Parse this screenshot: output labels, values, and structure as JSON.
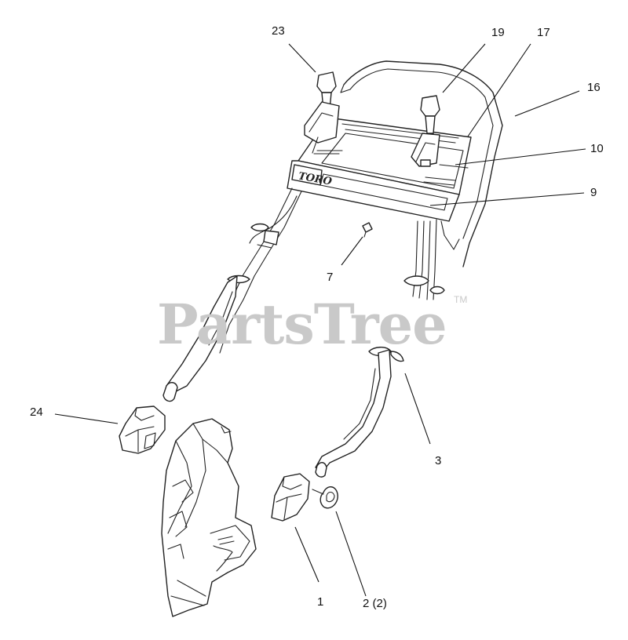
{
  "diagram": {
    "callouts": [
      {
        "id": "23",
        "label": "23"
      },
      {
        "id": "19",
        "label": "19"
      },
      {
        "id": "17",
        "label": "17"
      },
      {
        "id": "16",
        "label": "16"
      },
      {
        "id": "10",
        "label": "10"
      },
      {
        "id": "9",
        "label": "9"
      },
      {
        "id": "7",
        "label": "7"
      },
      {
        "id": "24",
        "label": "24"
      },
      {
        "id": "3",
        "label": "3"
      },
      {
        "id": "1",
        "label": "1"
      },
      {
        "id": "2",
        "label": "2 (2)"
      }
    ],
    "watermark": {
      "text": "PartsTree",
      "trademark": "TM"
    },
    "handle_logo": "TORO"
  }
}
